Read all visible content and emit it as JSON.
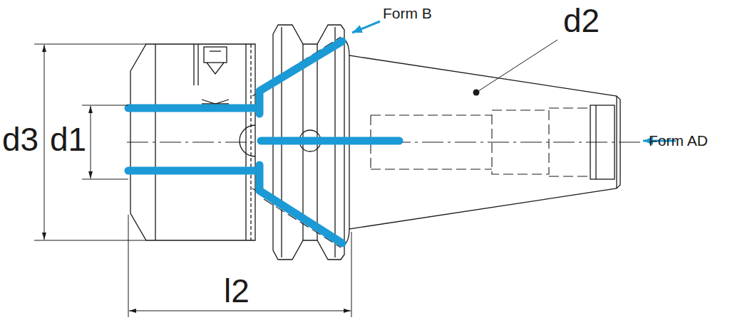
{
  "diagram": {
    "labels": [
      "Form B",
      "d2",
      "Form AD",
      "d3",
      "d1",
      "l2"
    ]
  }
}
